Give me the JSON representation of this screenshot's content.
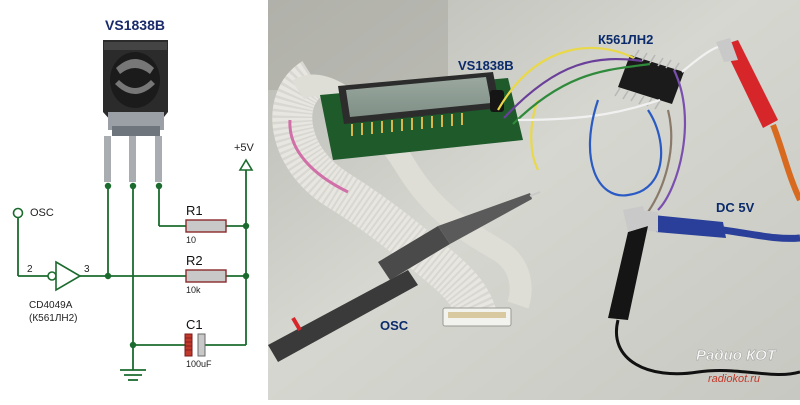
{
  "schematic": {
    "title": "VS1838B",
    "osc_label": "OSC",
    "supply_label": "+5V",
    "pin_in": "2",
    "pin_out": "3",
    "inverter_part": "CD4049A",
    "inverter_alt": "(К561ЛН2)",
    "r1_name": "R1",
    "r1_value": "10",
    "r2_name": "R2",
    "r2_value": "10k",
    "c1_name": "C1",
    "c1_value": "100uF"
  },
  "photo": {
    "label_sensor": "VS1838B",
    "label_chip": "К561ЛН2",
    "label_power": "DC 5V",
    "label_osc": "OSC",
    "watermark_brand": "Радио КОТ",
    "watermark_url": "radiokot.ru"
  },
  "colors": {
    "resistor_fill": "#c8c8c8",
    "capacitor_plate": "#c0392b",
    "label_blue": "#0a2a6b",
    "photo_background": "#cfd0c8"
  }
}
